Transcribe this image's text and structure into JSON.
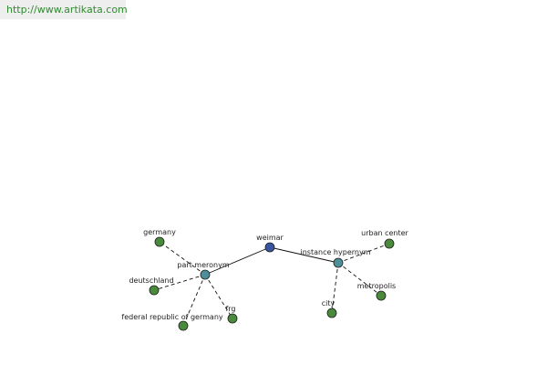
{
  "banner": {
    "url_text": "http://www.artikata.com"
  },
  "colors": {
    "root_node": "#3a55a0",
    "relation_node": "#4f8f9a",
    "leaf_node": "#4a8a3c",
    "node_stroke": "#1e1e1e",
    "edge": "#111111",
    "banner_text": "#2e8b2e",
    "banner_bg": "#eeeeee"
  },
  "graph": {
    "root": {
      "id": "weimar",
      "label": "weimar"
    },
    "relations": [
      {
        "id": "part-meronym",
        "label": "part meronym",
        "members": [
          {
            "id": "germany",
            "label": "germany"
          },
          {
            "id": "deutschland",
            "label": "deutschland"
          },
          {
            "id": "federal-republic-of-germany",
            "label": "federal republic of germany"
          },
          {
            "id": "frg",
            "label": "frg"
          }
        ]
      },
      {
        "id": "instance-hypernym",
        "label": "instance hypernym",
        "members": [
          {
            "id": "urban-center",
            "label": "urban center"
          },
          {
            "id": "metropolis",
            "label": "metropolis"
          },
          {
            "id": "city",
            "label": "city"
          }
        ]
      }
    ]
  }
}
